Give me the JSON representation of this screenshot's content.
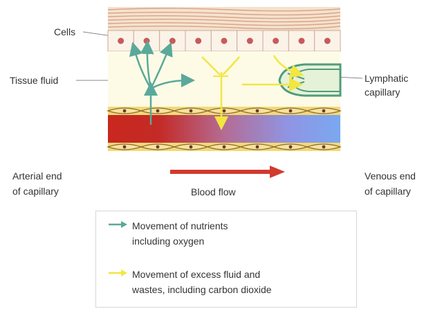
{
  "labels": {
    "cells": "Cells",
    "tissue_fluid": "Tissue fluid",
    "lymphatic": [
      "Lymphatic",
      "capillary"
    ],
    "arterial": [
      "Arterial end",
      "of capillary"
    ],
    "venous": [
      "Venous end",
      "of capillary"
    ],
    "blood_flow": "Blood flow"
  },
  "legend": {
    "items": [
      {
        "lines": [
          "Movement of nutrients",
          "including oxygen"
        ],
        "color": "#5aa99a"
      },
      {
        "lines": [
          "Movement of excess fluid and",
          "wastes, including carbon dioxide"
        ],
        "color": "#f2e640"
      }
    ]
  },
  "colors": {
    "arterial_blood": "#c8281e",
    "venous_blood": "#7aa8f0",
    "flow_arrow": "#d23a2e",
    "capillary_wall": "#f2d878",
    "tissue_fluid": "#fdfbe6",
    "lymphatic": "#4f9c7e"
  }
}
